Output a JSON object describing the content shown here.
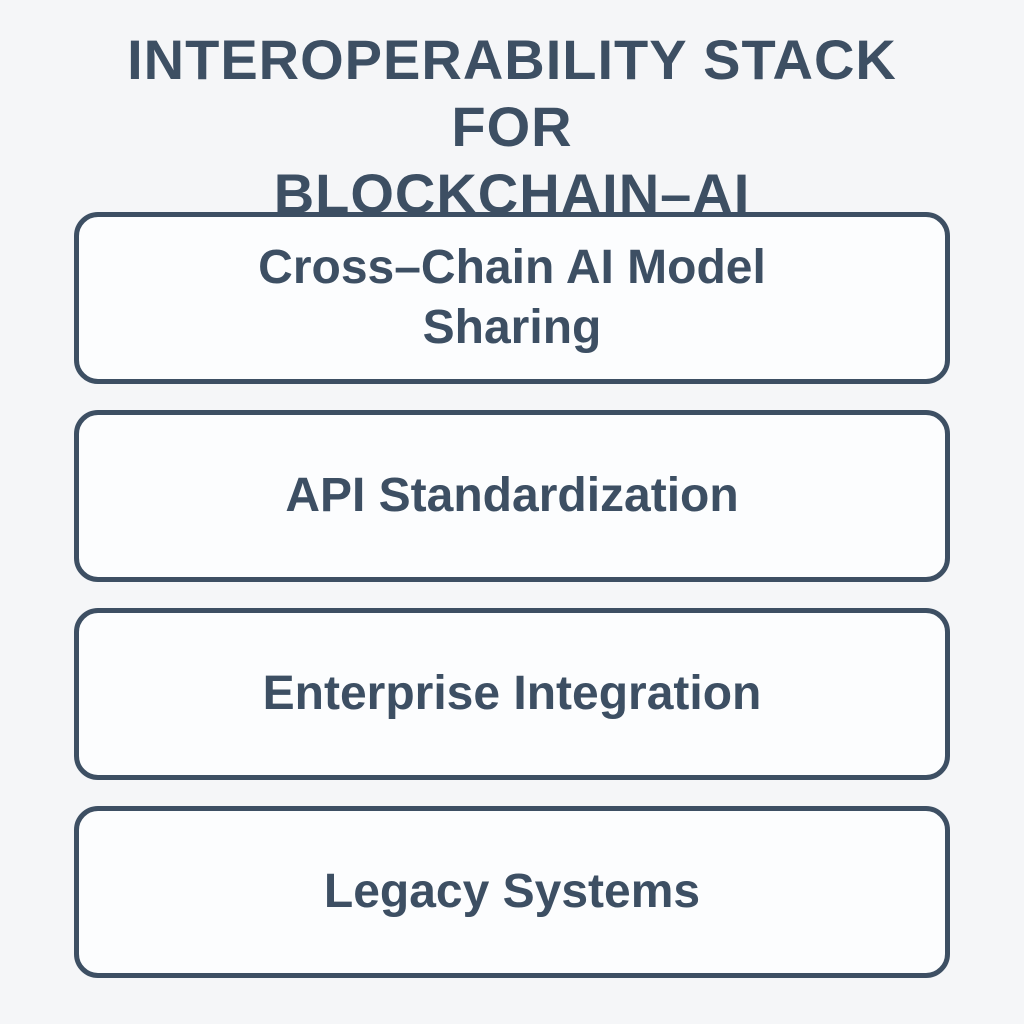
{
  "title": "INTEROPERABILITY STACK FOR\nBLOCKCHAIN–AI",
  "layers": [
    {
      "label": "Cross–Chain AI Model\nSharing"
    },
    {
      "label": "API Standardization"
    },
    {
      "label": "Enterprise Integration"
    },
    {
      "label": "Legacy Systems"
    }
  ],
  "colors": {
    "background": "#f5f6f8",
    "box_fill": "#fcfdfe",
    "ink": "#3d4f63"
  }
}
